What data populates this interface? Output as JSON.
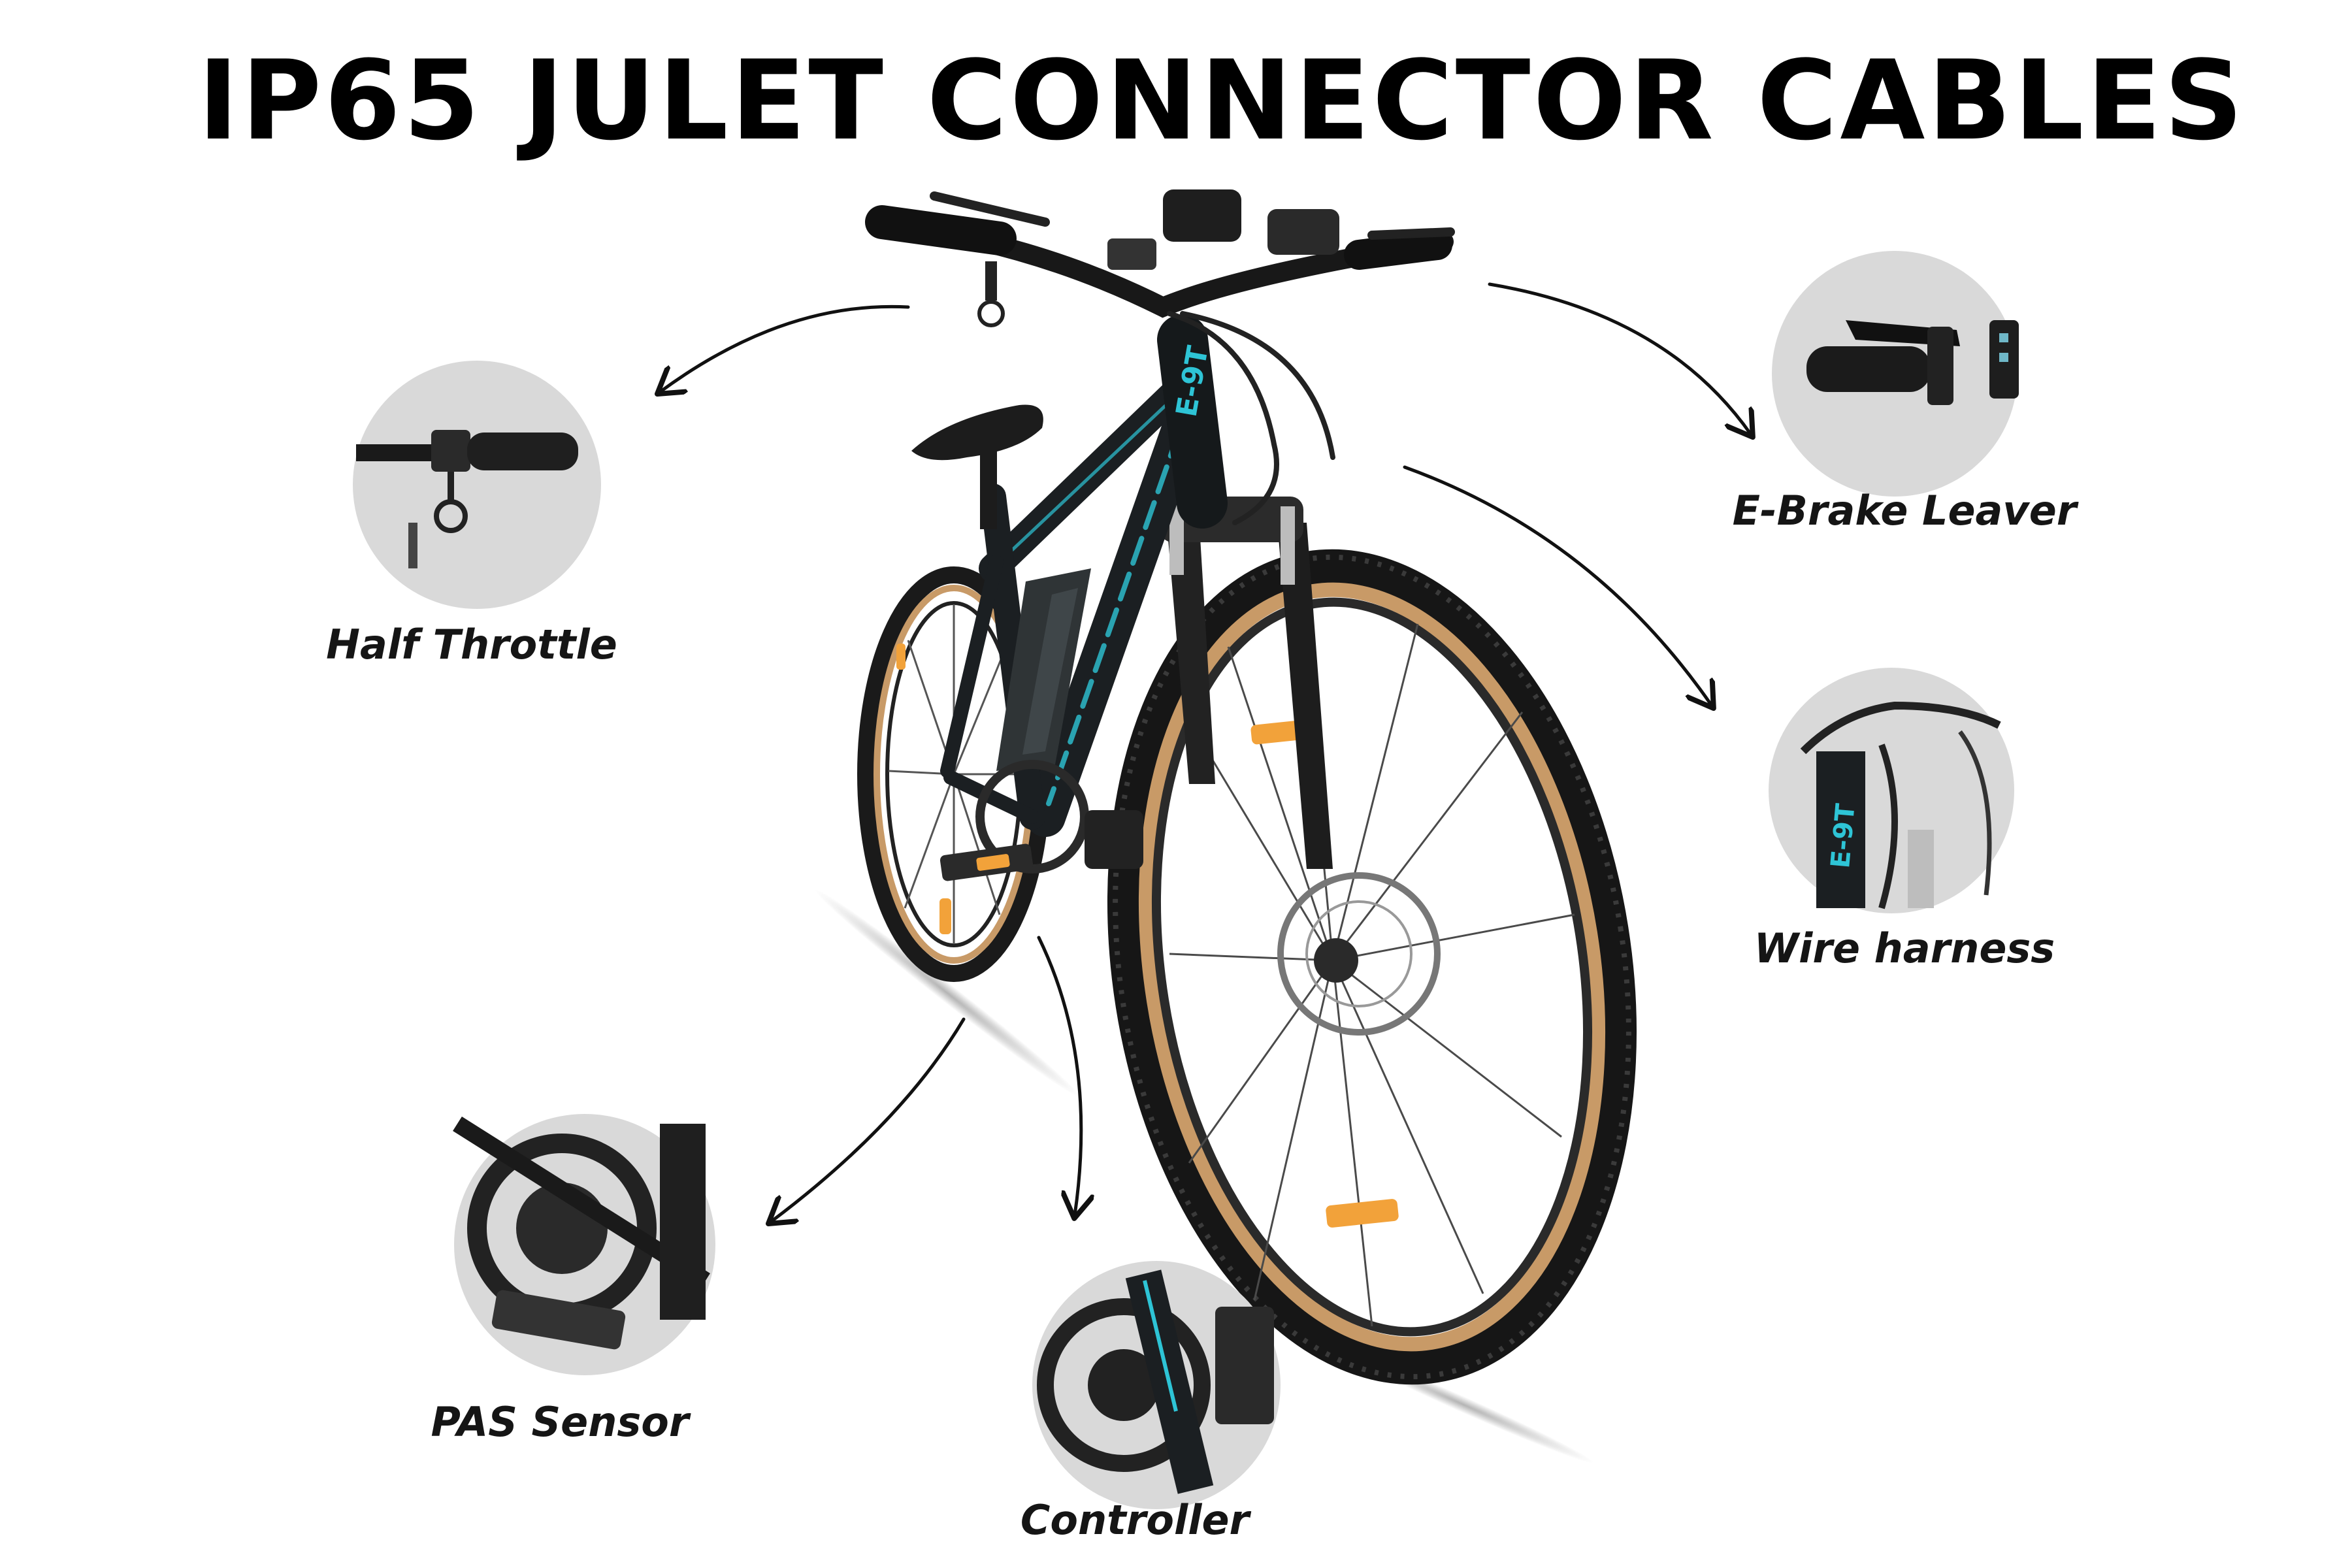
{
  "title": "IP65 JULET CONNECTOR CABLES",
  "colors": {
    "background": "#ffffff",
    "circle_fill": "#d9d9d9",
    "frame": "#1b1f22",
    "frame_accent": "#2ec4d6",
    "tire_tan": "#c89a67",
    "tire": "#1a1a1a",
    "reflector": "#f2a23a"
  },
  "labels": {
    "half_throttle": "Half Throttle",
    "ebrake": "E-Brake Leaver",
    "wire_harness": "Wire harness",
    "pas_sensor": "PAS Sensor",
    "controller": "Controller"
  },
  "bike": {
    "frame_text": "E-9T"
  }
}
